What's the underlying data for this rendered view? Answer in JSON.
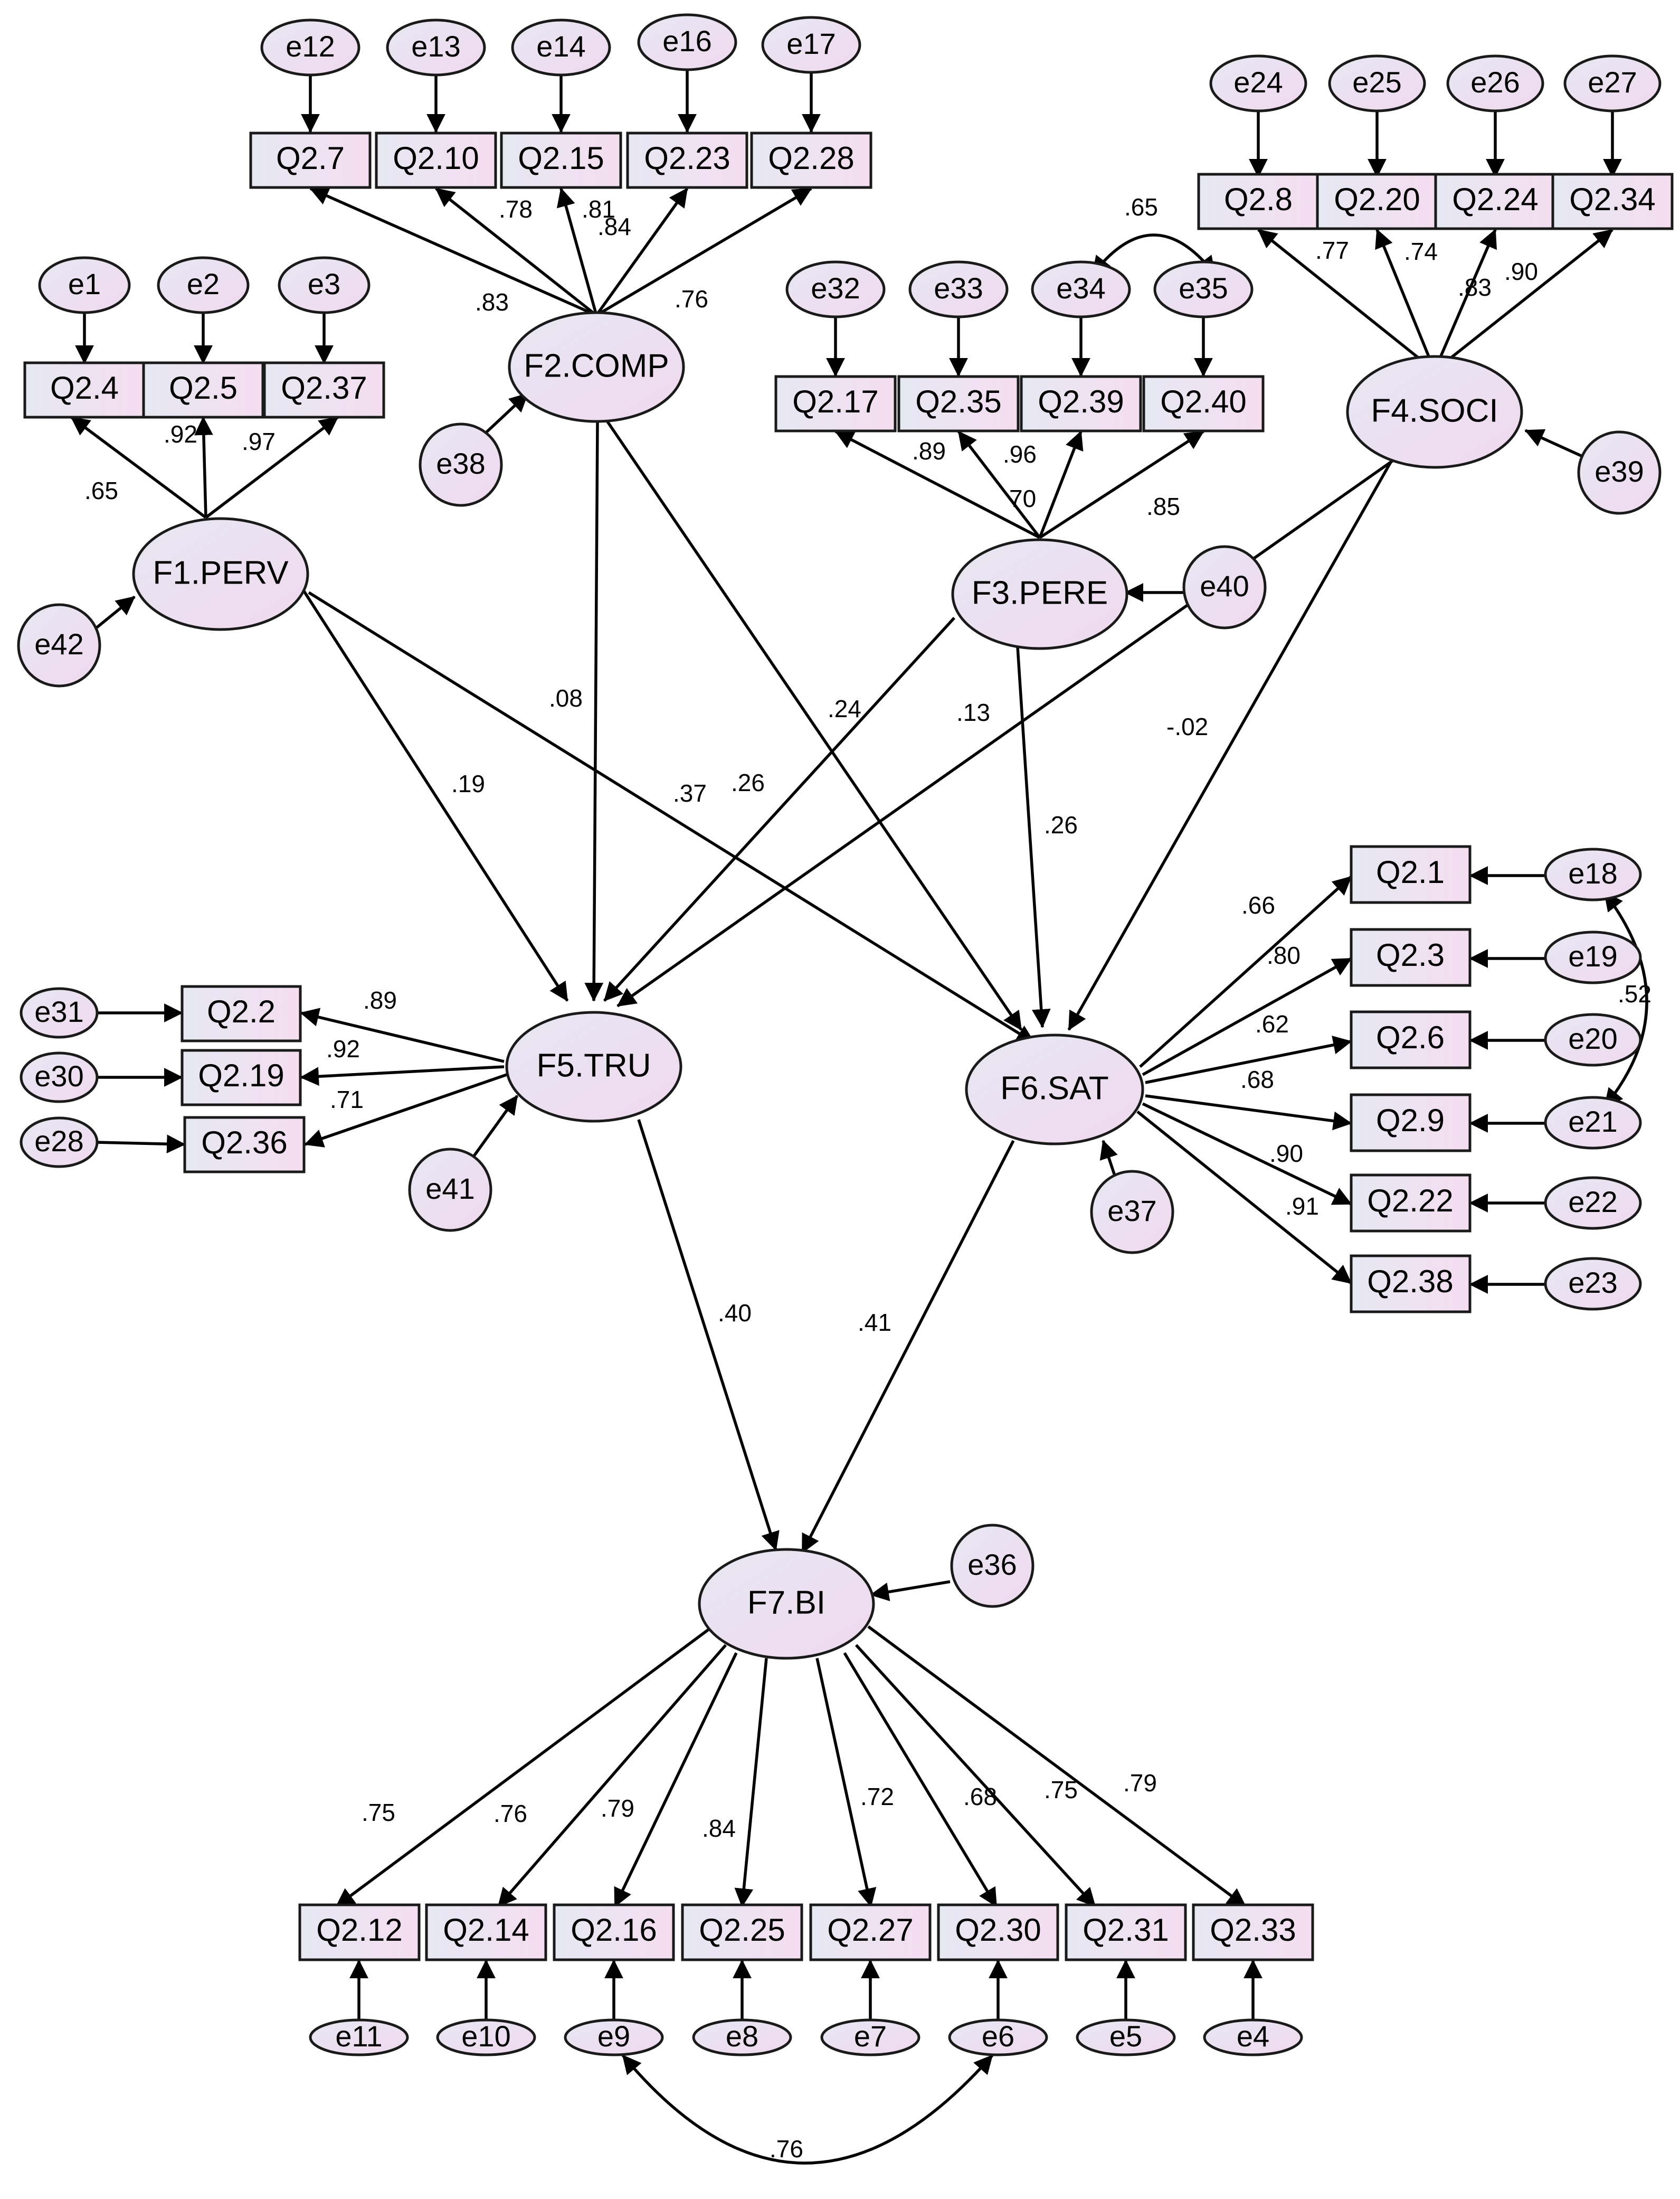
{
  "colors": {
    "line": "#000000",
    "box_left": "#e6e8f2",
    "box_right": "#f4ddf0",
    "ellipse_left": "#e6e8f2",
    "ellipse_right": "#f1d8ee"
  },
  "nodes": {
    "Q2_7": "Q2.7",
    "Q2_10": "Q2.10",
    "Q2_15": "Q2.15",
    "Q2_23": "Q2.23",
    "Q2_28": "Q2.28",
    "Q2_8": "Q2.8",
    "Q2_20": "Q2.20",
    "Q2_24": "Q2.24",
    "Q2_34": "Q2.34",
    "Q2_4": "Q2.4",
    "Q2_5": "Q2.5",
    "Q2_37": "Q2.37",
    "Q2_17": "Q2.17",
    "Q2_35": "Q2.35",
    "Q2_39": "Q2.39",
    "Q2_40": "Q2.40",
    "Q2_1": "Q2.1",
    "Q2_3": "Q2.3",
    "Q2_6": "Q2.6",
    "Q2_9": "Q2.9",
    "Q2_22": "Q2.22",
    "Q2_38": "Q2.38",
    "Q2_2": "Q2.2",
    "Q2_19": "Q2.19",
    "Q2_36": "Q2.36",
    "Q2_12": "Q2.12",
    "Q2_14": "Q2.14",
    "Q2_16": "Q2.16",
    "Q2_25": "Q2.25",
    "Q2_27": "Q2.27",
    "Q2_30": "Q2.30",
    "Q2_31": "Q2.31",
    "Q2_33": "Q2.33",
    "F1": "F1.PERV",
    "F2": "F2.COMP",
    "F3": "F3.PERE",
    "F4": "F4.SOCI",
    "F5": "F5.TRU",
    "F6": "F6.SAT",
    "F7": "F7.BI",
    "e1": "e1",
    "e2": "e2",
    "e3": "e3",
    "e4": "e4",
    "e5": "e5",
    "e6": "e6",
    "e7": "e7",
    "e8": "e8",
    "e9": "e9",
    "e10": "e10",
    "e11": "e11",
    "e12": "e12",
    "e13": "e13",
    "e14": "e14",
    "e16": "e16",
    "e17": "e17",
    "e18": "e18",
    "e19": "e19",
    "e20": "e20",
    "e21": "e21",
    "e22": "e22",
    "e23": "e23",
    "e24": "e24",
    "e25": "e25",
    "e26": "e26",
    "e27": "e27",
    "e28": "e28",
    "e30": "e30",
    "e31": "e31",
    "e32": "e32",
    "e33": "e33",
    "e34": "e34",
    "e35": "e35",
    "e36": "e36",
    "e37": "e37",
    "e38": "e38",
    "e39": "e39",
    "e40": "e40",
    "e41": "e41",
    "e42": "e42"
  },
  "loadings": {
    "F2_Q2_7": ".83",
    "F2_Q2_10": ".78",
    "F2_Q2_15": ".81",
    "F2_Q2_23": ".84",
    "F2_Q2_28": ".76",
    "F1_Q2_4": ".65",
    "F1_Q2_5": ".92",
    "F1_Q2_37": ".97",
    "F3_Q2_17": ".89",
    "F3_Q2_35": ".96",
    "F3_Q2_39": "70",
    "F3_Q2_40": ".85",
    "F4_Q2_8": ".77",
    "F4_Q2_20": ".74",
    "F4_Q2_24": ".83",
    "F4_Q2_34": ".90",
    "F5_Q2_2": ".89",
    "F5_Q2_19": ".92",
    "F5_Q2_36": ".71",
    "F6_Q2_1": ".66",
    "F6_Q2_3": ".80",
    "F6_Q2_6": ".62",
    "F6_Q2_9": ".68",
    "F6_Q2_22": ".90",
    "F6_Q2_38": ".91",
    "F7_Q2_12": ".75",
    "F7_Q2_14": ".76",
    "F7_Q2_16": ".79",
    "F7_Q2_25": ".84",
    "F7_Q2_27": ".72",
    "F7_Q2_30": ".68",
    "F7_Q2_31": ".75",
    "F7_Q2_33": ".79"
  },
  "paths": {
    "F1_F5": ".19",
    "F1_F6": ".37",
    "F2_F5": ".08",
    "F2_F6": ".24",
    "F3_F5": ".26",
    "F3_F6": ".26",
    "F4_F5": ".13",
    "F4_F6": "-.02",
    "F5_F7": ".40",
    "F6_F7": ".41"
  },
  "covariances": {
    "e34_e35": ".65",
    "e18_e21": ".52",
    "e9_e6": ".76"
  }
}
